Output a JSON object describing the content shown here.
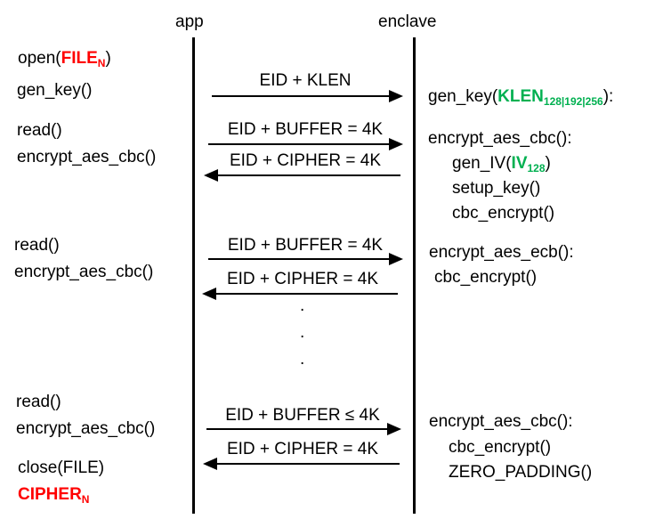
{
  "lanes": {
    "app": "app",
    "enclave": "enclave"
  },
  "app_calls": {
    "open_prefix": "open(",
    "file_main": "FILE",
    "file_sub": "N",
    "open_suffix": ")",
    "gen_key": "gen_key()",
    "read1": "read()",
    "encrypt1": "encrypt_aes_cbc()",
    "read2": "read()",
    "encrypt2": "encrypt_aes_cbc()",
    "read3": "read()",
    "encrypt3": "encrypt_aes_cbc()",
    "close": "close(FILE)",
    "cipher_main": "CIPHER",
    "cipher_sub": "N"
  },
  "messages": {
    "m1": "EID + KLEN",
    "m2": "EID + BUFFER = 4K",
    "m3": "EID + CIPHER = 4K",
    "m4": "EID + BUFFER = 4K",
    "m5": "EID + CIPHER = 4K",
    "m6": "EID + BUFFER ≤ 4K",
    "m7": "EID + CIPHER = 4K",
    "ellipsis": "."
  },
  "enclave_calls": {
    "gen_key_prefix": "gen_key(",
    "klen_main": "KLEN",
    "klen_sub": "128|192|256",
    "gen_key_suffix": "):",
    "enc1": "encrypt_aes_cbc():",
    "gen_iv_prefix": "gen_IV(",
    "iv_main": "IV",
    "iv_sub": "128",
    "gen_iv_suffix": ")",
    "setup_key": "setup_key()",
    "cbc1": "cbc_encrypt()",
    "enc2": "encrypt_aes_ecb():",
    "cbc2": "cbc_encrypt()",
    "enc3": "encrypt_aes_cbc():",
    "cbc3": "cbc_encrypt()",
    "zero_padding": "ZERO_PADDING()"
  },
  "colors": {
    "highlight_red": "#ff0000",
    "highlight_green": "#00b050"
  }
}
